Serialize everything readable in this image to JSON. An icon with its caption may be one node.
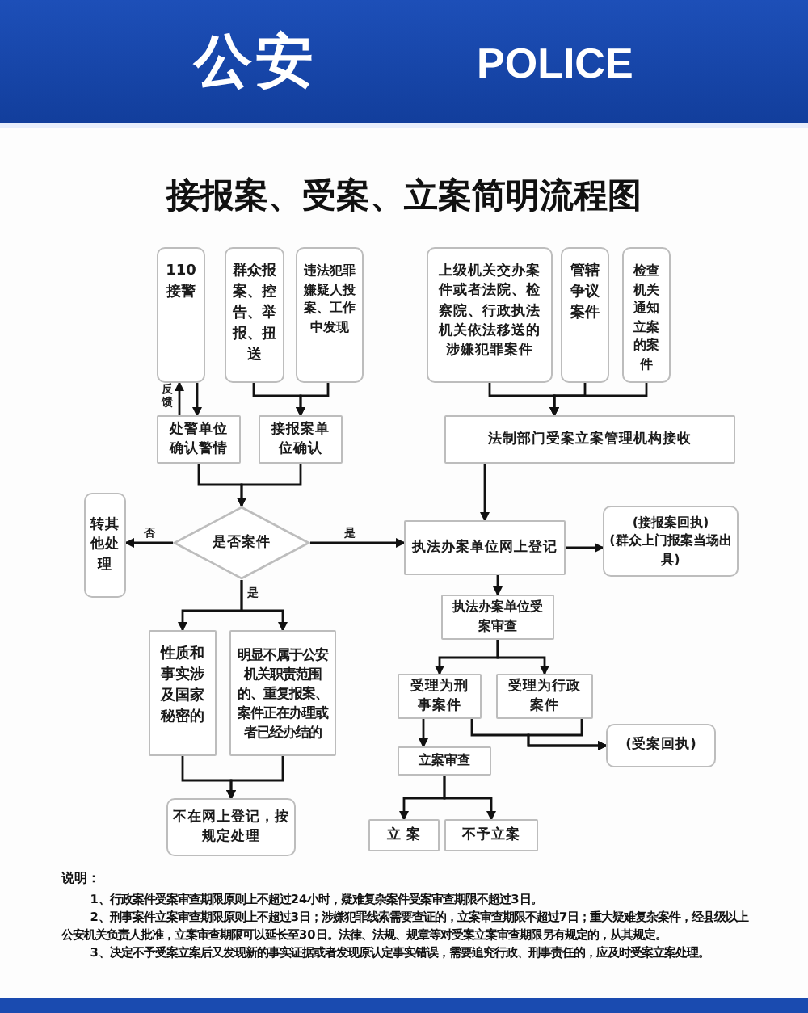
{
  "diagram": {
    "title": "接报案、受案、立案简明流程图",
    "nodes": [
      {
        "text": [
          "110接警"
        ]
      },
      {
        "text": [
          "群众报案、控告、举报、扭送"
        ]
      },
      {
        "text": [
          "违法犯罪嫌疑人投案、工作中发现"
        ]
      },
      {
        "text": [
          "上级机关交办案件或者法院、检察院、行政执法机关依法移送的涉嫌犯罪案件"
        ]
      },
      {
        "text": [
          "管辖争议案件"
        ]
      },
      {
        "text": [
          "检查机关通知立案的案件"
        ]
      },
      {
        "text": [
          "处警单位确认警情"
        ]
      },
      {
        "text": [
          "接报案单位确认"
        ]
      },
      {
        "text": [
          "法制部门受案立案管理机构接收"
        ]
      },
      {
        "text": [
          "是否案件"
        ]
      },
      {
        "text": [
          "转其他处理"
        ]
      },
      {
        "text": [
          "执法办案单位网上登记"
        ]
      },
      {
        "text": [
          "(接报案回执)",
          "(群众上门报案当场出具)"
        ]
      },
      {
        "text": [
          "性质和事实涉及国家秘密的"
        ]
      },
      {
        "text": [
          "明显不属于公安机关职责范围的、重复报案、案件正在办理或者已经办结的"
        ]
      },
      {
        "text": [
          "不在网上登记，按规定处理"
        ]
      },
      {
        "text": [
          "执法办案单位受案审查"
        ]
      },
      {
        "text": [
          "受理为刑事案件"
        ]
      },
      {
        "text": [
          "受理为行政案件"
        ]
      },
      {
        "text": [
          "(受案回执)"
        ]
      },
      {
        "text": [
          "立案审查"
        ]
      },
      {
        "text": [
          "立 案"
        ]
      },
      {
        "text": [
          "不予立案"
        ]
      }
    ],
    "edges": [
      {
        "from": 0,
        "to": 6,
        "arrow": "to"
      },
      {
        "from": 6,
        "to": 0,
        "arrow": "to",
        "label": "反馈"
      },
      {
        "from": 1,
        "to": 7,
        "arrow": "to"
      },
      {
        "from": 2,
        "to": 7,
        "arrow": "to"
      },
      {
        "from": 3,
        "to": 8,
        "arrow": "to"
      },
      {
        "from": 4,
        "to": 8,
        "arrow": "to"
      },
      {
        "from": 5,
        "to": 8,
        "arrow": "to"
      },
      {
        "from": 6,
        "to": 9,
        "arrow": "to"
      },
      {
        "from": 7,
        "to": 9,
        "arrow": "to"
      },
      {
        "from": 9,
        "to": 10,
        "arrow": "to",
        "label": "否"
      },
      {
        "from": 9,
        "to": 11,
        "arrow": "to",
        "label": "是"
      },
      {
        "from": 9,
        "to": 13,
        "arrow": "to",
        "label": "是"
      },
      {
        "from": 9,
        "to": 14,
        "arrow": "to"
      },
      {
        "from": 13,
        "to": 15,
        "arrow": "to"
      },
      {
        "from": 14,
        "to": 15,
        "arrow": "to"
      },
      {
        "from": 8,
        "to": 11,
        "arrow": "to"
      },
      {
        "from": 11,
        "to": 12,
        "arrow": "to"
      },
      {
        "from": 11,
        "to": 16,
        "arrow": "to"
      },
      {
        "from": 16,
        "to": 17,
        "arrow": "to"
      },
      {
        "from": 16,
        "to": 18,
        "arrow": "to"
      },
      {
        "from": 17,
        "to": 19,
        "arrow": "to"
      },
      {
        "from": 18,
        "to": 19,
        "arrow": "to"
      },
      {
        "from": 17,
        "to": 20,
        "arrow": "to"
      },
      {
        "from": 20,
        "to": 21,
        "arrow": "to"
      },
      {
        "from": 20,
        "to": 22,
        "arrow": "to"
      }
    ],
    "labels": [
      "公安",
      "POLICE",
      "说明：",
      "1、行政案件受案审查期限原则上不超过24小时，疑难复杂案件受案审查期限不超过3日。",
      "2、刑事案件立案审查期限原则上不超过3日；涉嫌犯罪线索需要查证的，立案审查期限不超过7日；重大疑难复杂案件，经县级以上公安机关负责人批准，立案审查期限可以延长至30日。法律、法规、规章等对受案立案审查期限另有规定的，从其规定。",
      "3、决定不予受案立案后又发现新的事实证据或者发现原认定事实错误，需要追究行政、刑事责任的，应及时受案立案处理。"
    ]
  }
}
